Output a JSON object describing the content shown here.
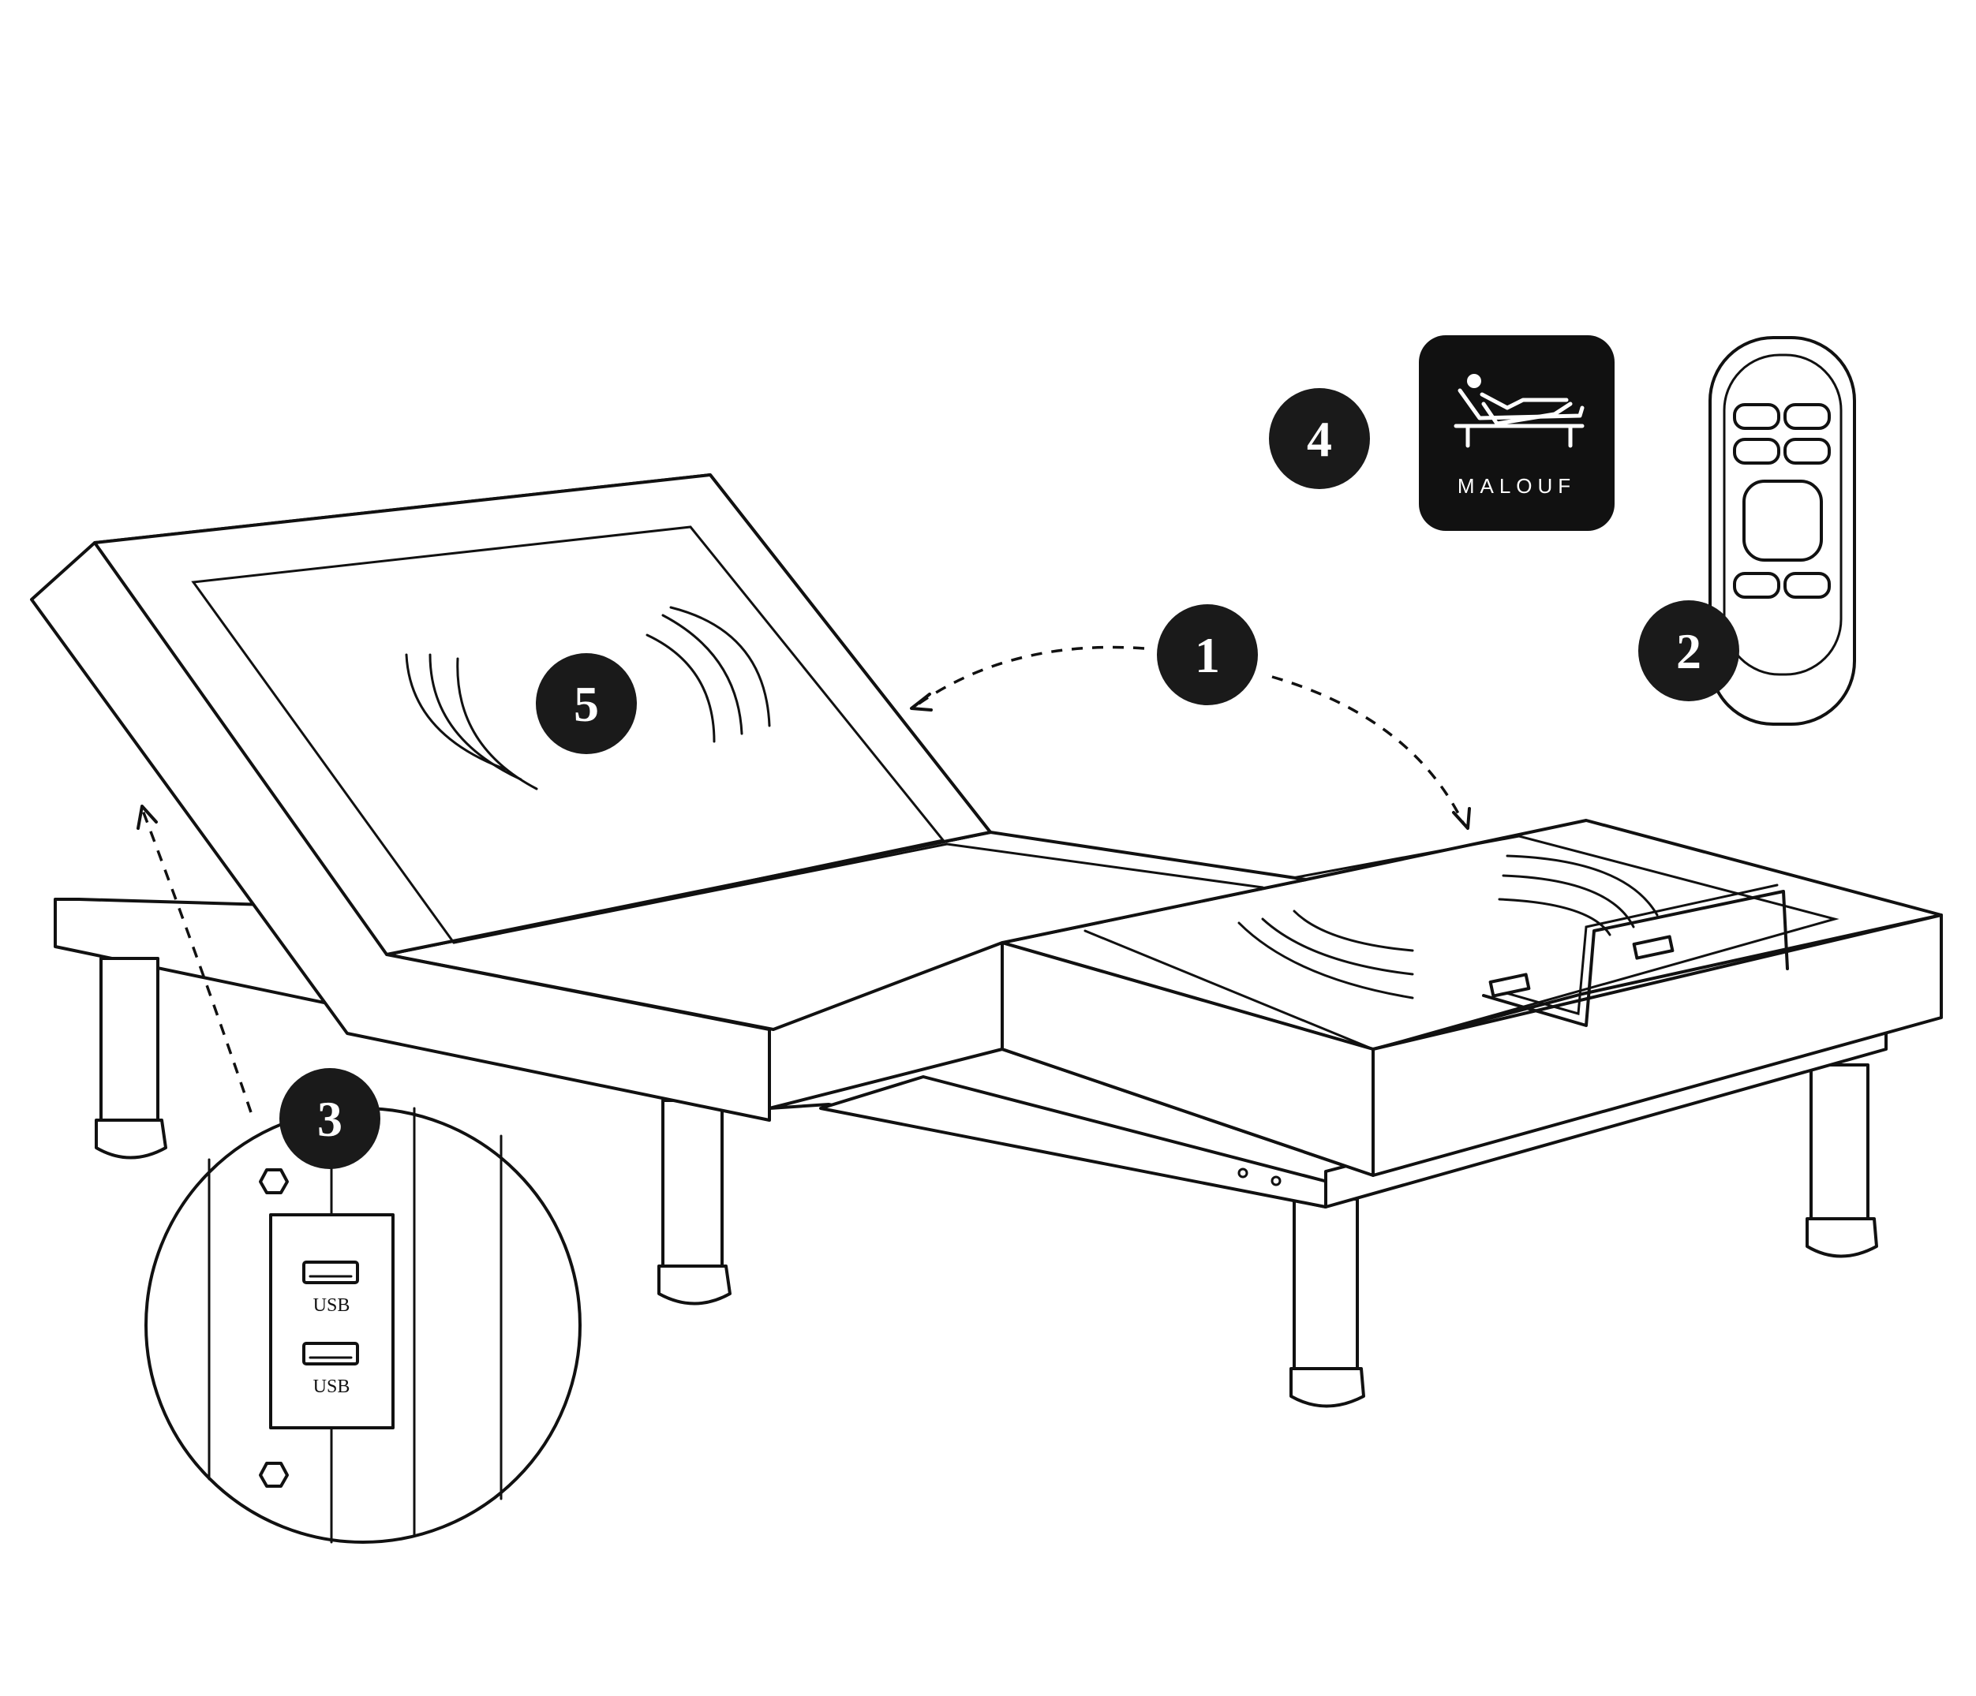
{
  "callouts": {
    "c1": "1",
    "c2": "2",
    "c3": "3",
    "c4": "4",
    "c5": "5"
  },
  "usb_ports": {
    "top_label": "USB",
    "bottom_label": "USB"
  },
  "app_logo": {
    "brand": "MALOUF"
  },
  "icons": [
    "adjustable-bed-illustration",
    "remote-control-icon",
    "app-logo-icon",
    "usb-port-icon",
    "hex-screw-icon",
    "vibration-waves-icon",
    "dashed-arrow-icon"
  ],
  "colors": {
    "ink": "#111111",
    "badge": "#1a1a1a",
    "background": "#ffffff"
  }
}
